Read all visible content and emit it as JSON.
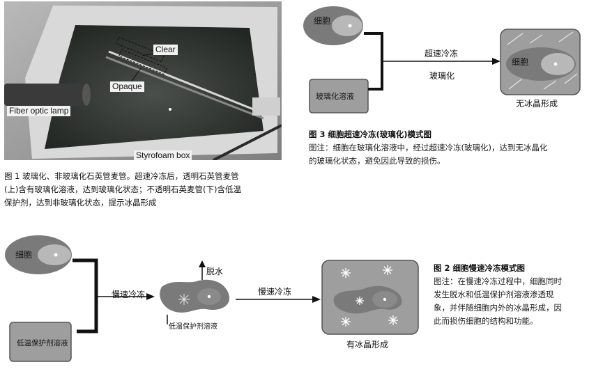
{
  "figure1": {
    "labels": {
      "clear": "Clear",
      "opaque": "Opaque",
      "lamp": "Fiber optic lamp",
      "box": "Styrofoam box"
    },
    "caption_lines": [
      "图 1   玻璃化、非玻璃化石英管麦管。超速冷冻后，透明石英管麦管",
      "(上)含有玻璃化溶液，达到玻璃化状态；不透明石英麦管(下)含低温",
      "保护剂，达到非玻璃化状态，提示冰晶形成"
    ]
  },
  "figure3": {
    "cell": "细胞",
    "solution": "玻璃化溶液",
    "arrow_top": "超速冷冻",
    "arrow_bottom": "玻璃化",
    "result_cell": "细胞",
    "result": "无冰晶形成",
    "title": "图 3   细胞超速冷冻(玻璃化)模式图",
    "note_lines": [
      "图注：细胞在玻璃化溶液中，经过超速冷冻(玻璃化)，达到无冰晶化",
      "的玻璃化状态，避免因此导致的损伤。"
    ]
  },
  "figure2": {
    "cell": "细胞",
    "solution": "低温保护剂溶液",
    "arrow1": "慢速冷冻",
    "dehydration": "脱水",
    "solution_small": "低温保护剂溶液",
    "arrow2": "慢速冷冻",
    "result": "有冰晶形成",
    "title": "图 2   细胞慢速冷冻模式图",
    "note_lines": [
      "图注：在慢速冷冻过程中，细胞同时",
      "发生脱水和低温保护剂溶液渗透现",
      "象，并伴随细胞内外的冰晶形成，因",
      "此而损伤细胞的结构和功能。"
    ]
  },
  "colors": {
    "cell_outer": "#7a7a7a",
    "cell_inner": "#b8b8b8",
    "box_fill": "#9e9e9e",
    "box_border": "#555555",
    "arrow": "#111111"
  }
}
